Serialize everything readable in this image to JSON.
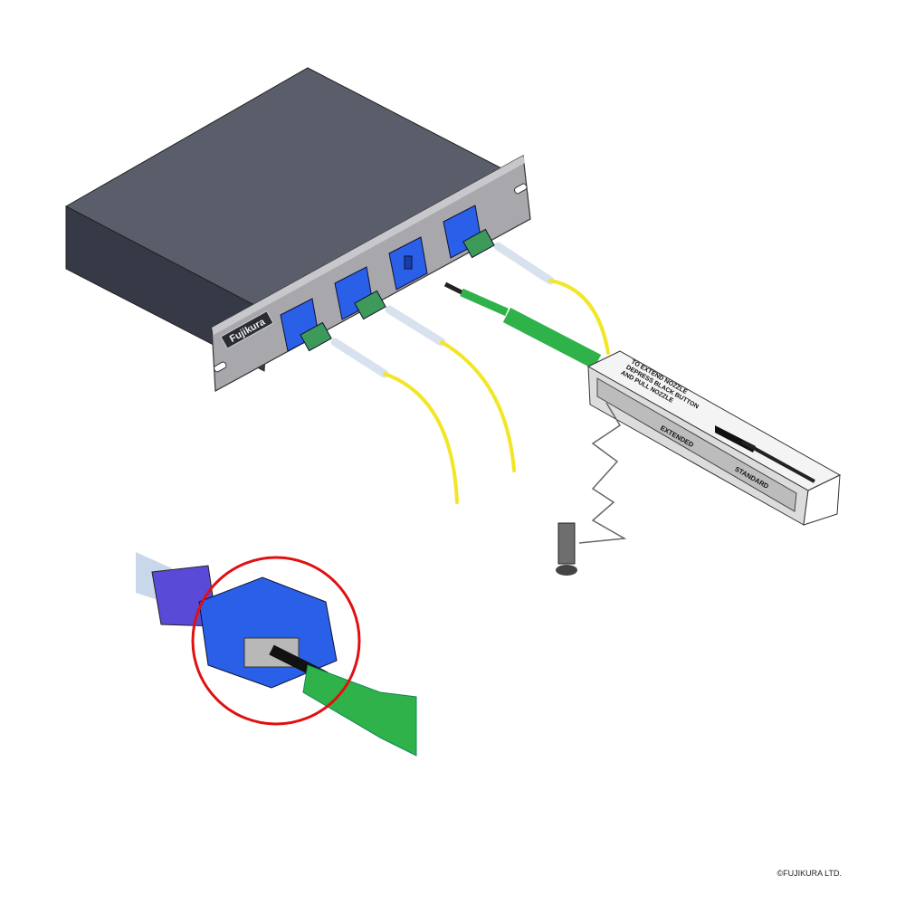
{
  "brand_plate": "Fujikura",
  "cleaner": {
    "instruction_line1": "TO EXTEND NOZZLE",
    "instruction_line2": "DEPRESS BLACK BUTTON",
    "instruction_line3": "AND PULL NOZZLE",
    "mode_extended": "EXTENDED",
    "mode_standard": "STANDARD"
  },
  "copyright": "©FUJIKURA LTD.",
  "colors": {
    "chassis_top": "#5a5e6b",
    "chassis_side": "#363a47",
    "faceplate": "#a8a8ac",
    "adapter_blue": "#2a5fe8",
    "fiber_yellow": "#f2e626",
    "cleaner_green": "#2fb24a",
    "highlight_circle": "#e01010"
  }
}
